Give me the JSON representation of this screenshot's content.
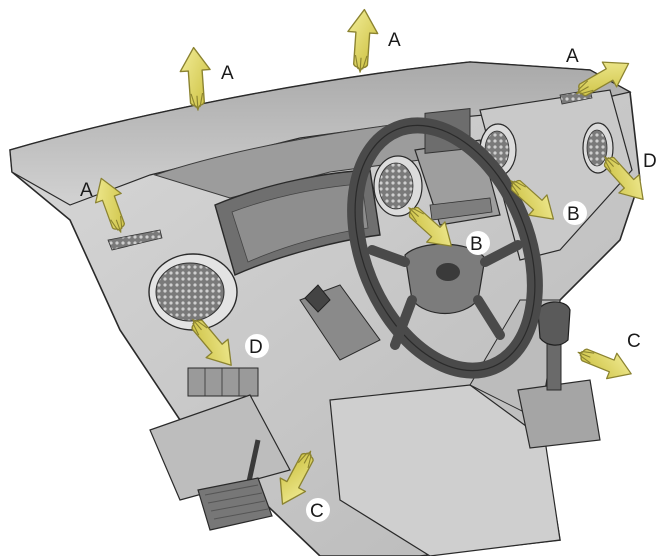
{
  "labels": {
    "a": "A",
    "b": "B",
    "c": "C",
    "d": "D"
  },
  "colors": {
    "background": "#ffffff",
    "dashboard_light": "#dcdcdc",
    "dashboard_mid": "#b3b3b3",
    "dashboard_dark": "#8a8a8a",
    "airflow_arrow": "#e8e07a",
    "airflow_arrow_dark": "#b4a82e",
    "outline": "#2a2a2a"
  },
  "icons": [
    "airflow-arrow-icon",
    "air-vent-icon",
    "steering-wheel-icon",
    "gear-shifter-icon",
    "pedal-icon"
  ]
}
